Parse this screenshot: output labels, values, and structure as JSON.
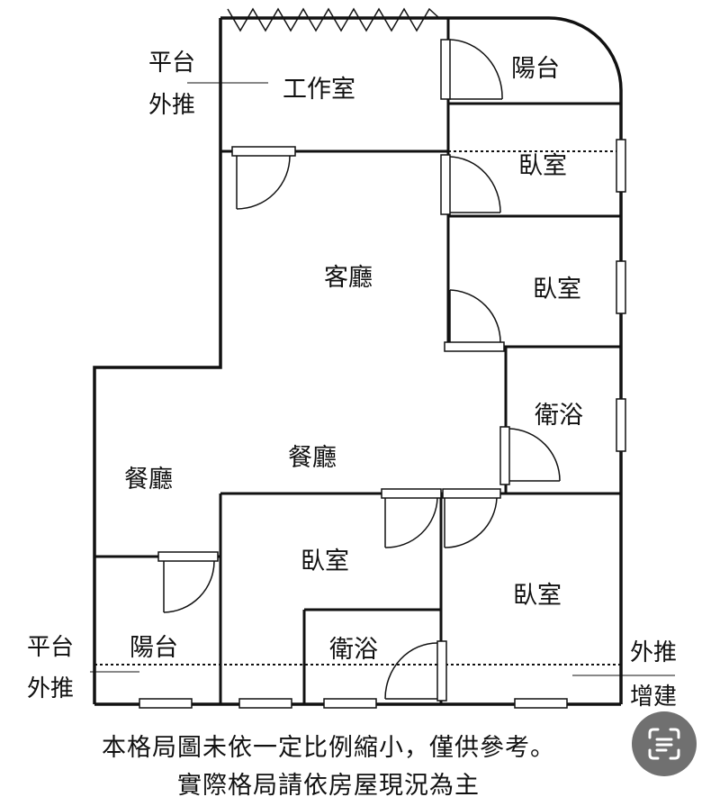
{
  "rooms": {
    "studio": "工作室",
    "balcony_top": "陽台",
    "bedroom_1": "臥室",
    "bedroom_2": "臥室",
    "living_room": "客廳",
    "bathroom_right": "衛浴",
    "dining_left": "餐廳",
    "dining_center": "餐廳",
    "bedroom_3": "臥室",
    "bedroom_4": "臥室",
    "balcony_bottom": "陽台",
    "bathroom_bottom": "衛浴"
  },
  "side_notes": {
    "top_left_1": "平台",
    "top_left_2": "外推",
    "bottom_left_1": "平台",
    "bottom_left_2": "外推",
    "bottom_right_1": "外推",
    "bottom_right_2": "增建"
  },
  "disclaimer": {
    "line1": "本格局圖未依一定比例縮小，僅供參考。",
    "line2": "實際格局請依房屋現況為主"
  },
  "icons": {
    "scan_button": "scan-text-icon"
  },
  "colors": {
    "wall": "#111111",
    "button_bg": "#707070"
  }
}
